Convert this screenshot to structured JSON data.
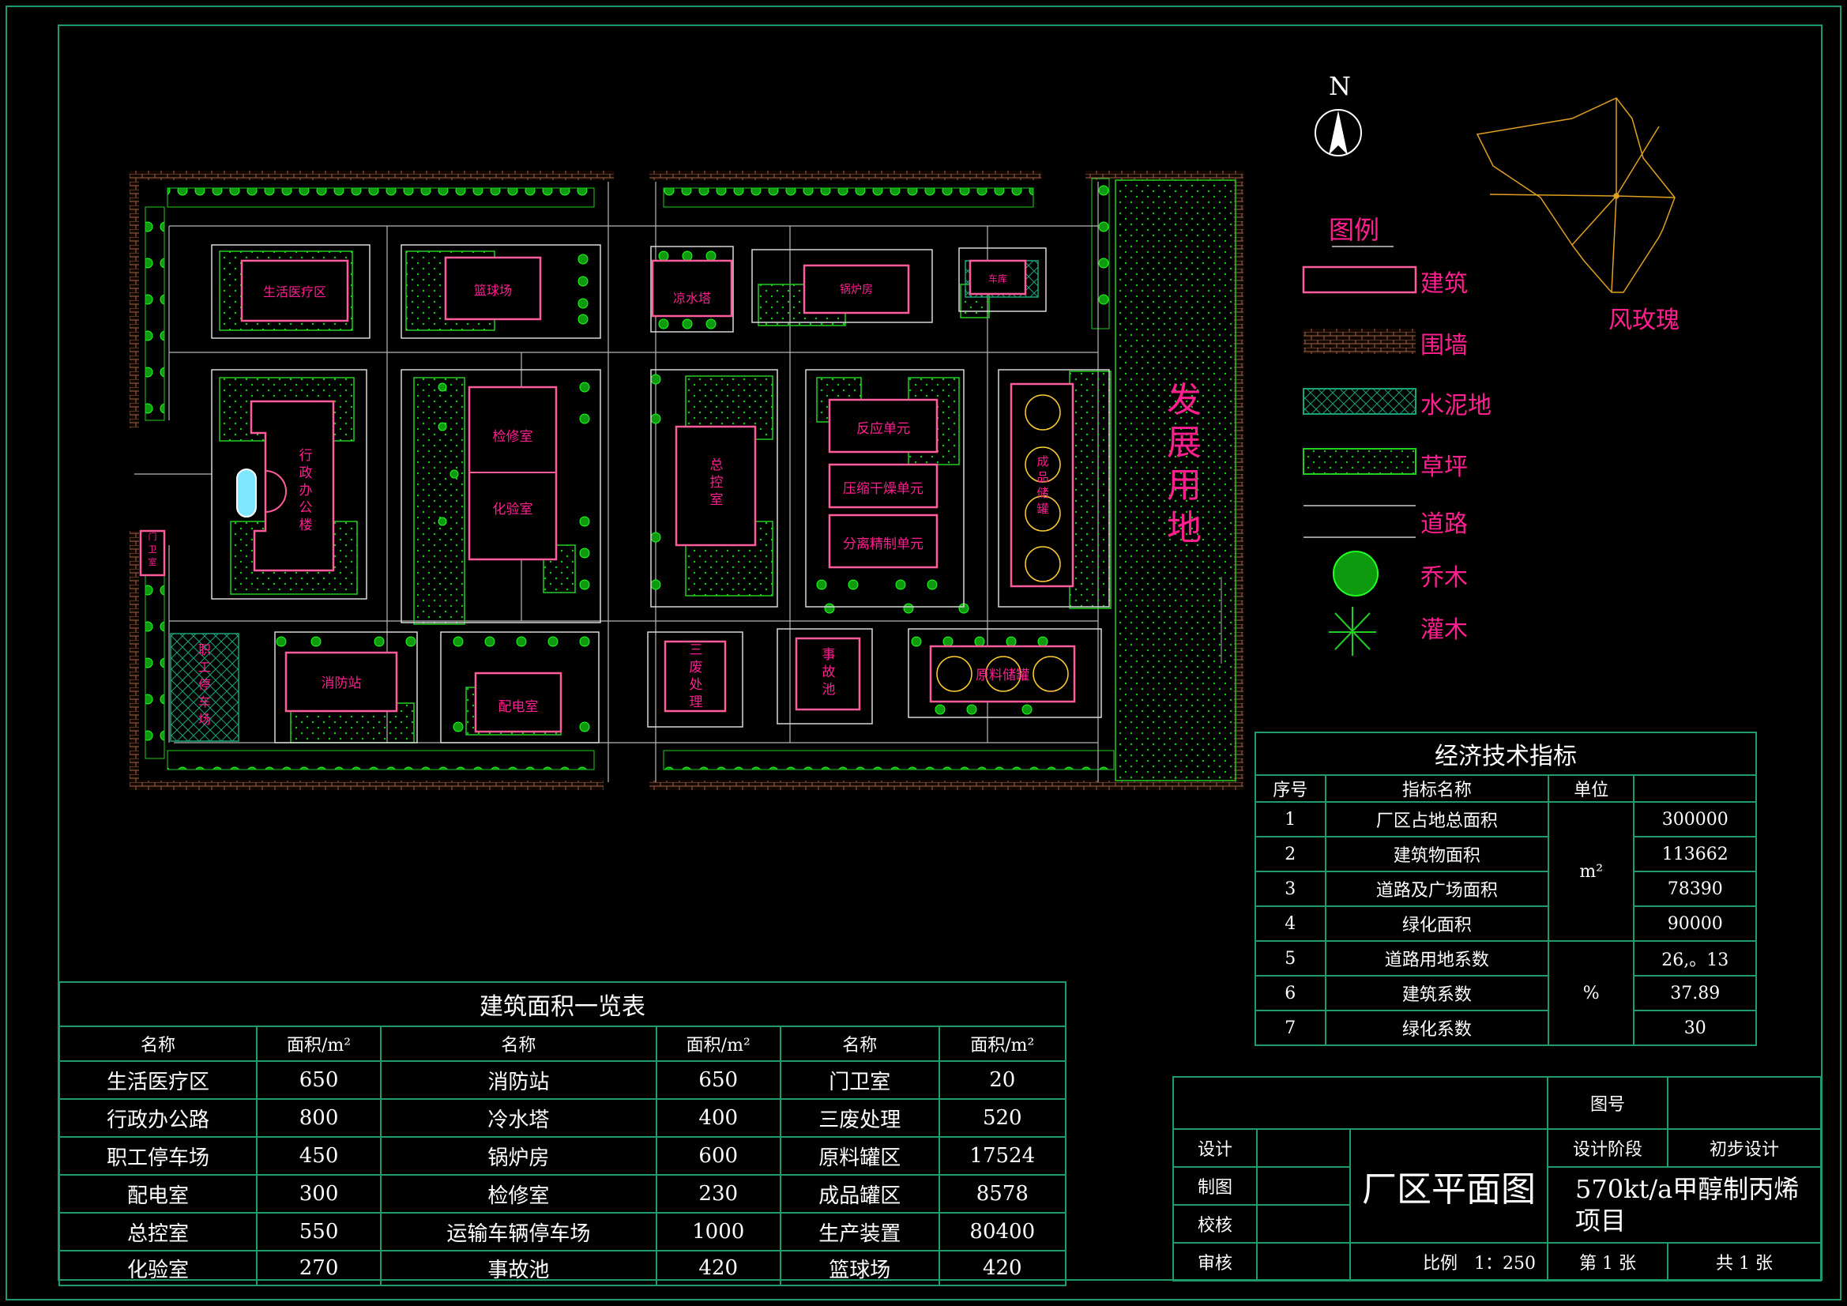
{
  "north": "N",
  "wind_rose_label": "风玫瑰",
  "legend": {
    "title": "图例",
    "items": [
      "建筑",
      "围墙",
      "水泥地",
      "草坪",
      "道路",
      "乔木",
      "灌木"
    ]
  },
  "development_land": [
    "发",
    "展",
    "用",
    "地"
  ],
  "buildings": {
    "medical": "生活医疗区",
    "basketball": "篮球场",
    "cooling": "凉水塔",
    "boiler": "锅炉房",
    "garage": "车库",
    "admin": [
      "行",
      "政",
      "办",
      "公",
      "楼"
    ],
    "repair": "检修室",
    "lab": "化验室",
    "control": [
      "总",
      "控",
      "室"
    ],
    "reaction": "反应单元",
    "compress": "压缩干燥单元",
    "separate": "分离精制单元",
    "product": [
      "成",
      "品",
      "储",
      "罐"
    ],
    "guard": [
      "门",
      "卫",
      "室"
    ],
    "parking": [
      "职",
      "工",
      "停",
      "车",
      "场"
    ],
    "fire": "消防站",
    "power": "配电室",
    "waste": [
      "三",
      "废",
      "处",
      "理"
    ],
    "accident": [
      "事",
      "故",
      "池"
    ],
    "raw": "原料储罐"
  },
  "econ": {
    "title": "经济技术指标",
    "headers": [
      "序号",
      "指标名称",
      "单位",
      ""
    ],
    "rows": [
      {
        "no": "1",
        "name": "厂区占地总面积",
        "value": "300000"
      },
      {
        "no": "2",
        "name": "建筑物面积",
        "value": "113662"
      },
      {
        "no": "3",
        "name": "道路及广场面积",
        "value": "78390"
      },
      {
        "no": "4",
        "name": "绿化面积",
        "value": "90000"
      },
      {
        "no": "5",
        "name": "道路用地系数",
        "value": "26,。13"
      },
      {
        "no": "6",
        "name": "建筑系数",
        "value": "37.89"
      },
      {
        "no": "7",
        "name": "绿化系数",
        "value": "30"
      }
    ],
    "unit_area": "m²",
    "unit_pct": "%"
  },
  "area_table": {
    "title": "建筑面积一览表",
    "headers": [
      "名称",
      "面积/m²",
      "名称",
      "面积/m²",
      "名称",
      "面积/m²"
    ],
    "rows": [
      [
        "生活医疗区",
        "650",
        "消防站",
        "650",
        "门卫室",
        "20"
      ],
      [
        "行政办公路",
        "800",
        "冷水塔",
        "400",
        "三废处理",
        "520"
      ],
      [
        "职工停车场",
        "450",
        "锅炉房",
        "600",
        "原料罐区",
        "17524"
      ],
      [
        "配电室",
        "300",
        "检修室",
        "230",
        "成品罐区",
        "8578"
      ],
      [
        "总控室",
        "550",
        "运输车辆停车场",
        "1000",
        "生产装置",
        "80400"
      ],
      [
        "化验室",
        "270",
        "事故池",
        "420",
        "篮球场",
        "420"
      ]
    ]
  },
  "title_block": {
    "drawing_no": "图号",
    "design": "设计",
    "draw": "制图",
    "check": "校核",
    "review": "审核",
    "drawing_title": "厂区平面图",
    "stage_label": "设计阶段",
    "stage_value": "初步设计",
    "project_line1": "570kt/a甲醇制丙烯",
    "project_line2": "项目",
    "scale_label": "比例",
    "scale_value": "1：250",
    "sheet_no": "第 1 张",
    "sheet_total": "共 1 张"
  }
}
